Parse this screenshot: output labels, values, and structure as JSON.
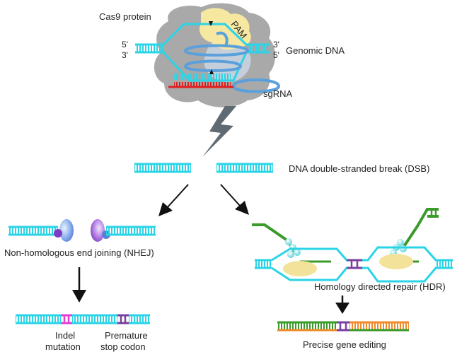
{
  "labels": {
    "cas9": "Cas9 protein",
    "pam": "PAM",
    "five_prime": "5'",
    "three_prime": "3'",
    "genomic_dna": "Genomic DNA",
    "sgrna": "sgRNA",
    "dsb": "DNA double-stranded break (DSB)",
    "nhej": "Non-homologous end joining (NHEJ)",
    "hdr": "Homology directed repair (HDR)",
    "indel_line1": "Indel",
    "indel_line2": "mutation",
    "stop_line1": "Premature",
    "stop_line2": "stop codon",
    "precise": "Precise gene editing"
  },
  "colors": {
    "dna": "#2ad4e6",
    "protein": "#a9a9a9",
    "pam": "#f6e7a1",
    "sgrna_blue": "#5aa0dc",
    "sgrna_red": "#e02020",
    "cut_arrow": "#606a72",
    "arrow": "#111111",
    "indel": "#e040d0",
    "stop_codon": "#7a3fa0",
    "donor_green": "#3a9a2a",
    "edit_orange": "#f08a2a",
    "ku_protein": "#6a8fe0",
    "repair_protein": "#f3e39a"
  }
}
